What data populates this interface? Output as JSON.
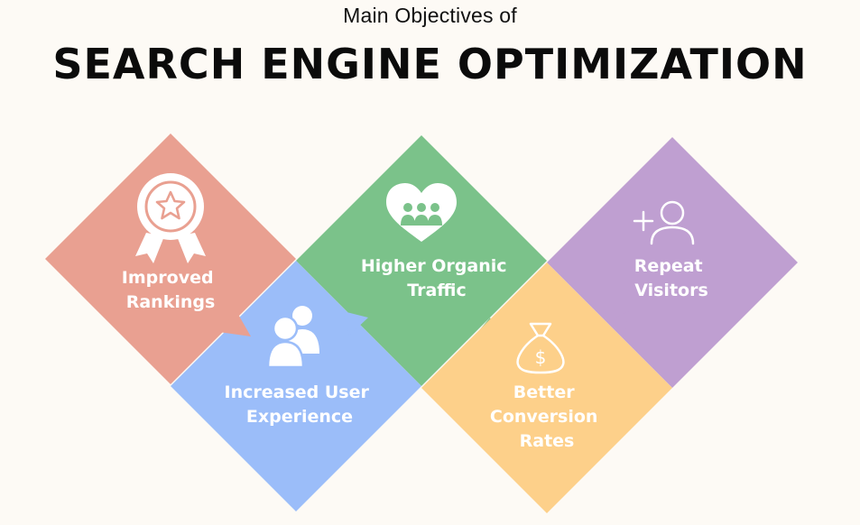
{
  "header": {
    "subtitle": "Main Objectives of",
    "title": "SEARCH ENGINE OPTIMIZATION"
  },
  "objectives": [
    {
      "id": "rankings",
      "lines": [
        "Improved",
        "Rankings"
      ],
      "icon": "award-badge-icon",
      "color": "#e9a091"
    },
    {
      "id": "user-experience",
      "lines": [
        "Increased User",
        "Experience"
      ],
      "icon": "users-icon",
      "color": "#9bbdf9"
    },
    {
      "id": "organic-traffic",
      "lines": [
        "Higher Organic",
        "Traffic"
      ],
      "icon": "heart-group-icon",
      "color": "#7bc28a"
    },
    {
      "id": "conversion-rates",
      "lines": [
        "Better",
        "Conversion",
        "Rates"
      ],
      "icon": "money-bag-icon",
      "color": "#fdd08a"
    },
    {
      "id": "repeat-visitors",
      "lines": [
        "Repeat",
        "Visitors"
      ],
      "icon": "add-user-icon",
      "color": "#bf9fd1"
    }
  ]
}
